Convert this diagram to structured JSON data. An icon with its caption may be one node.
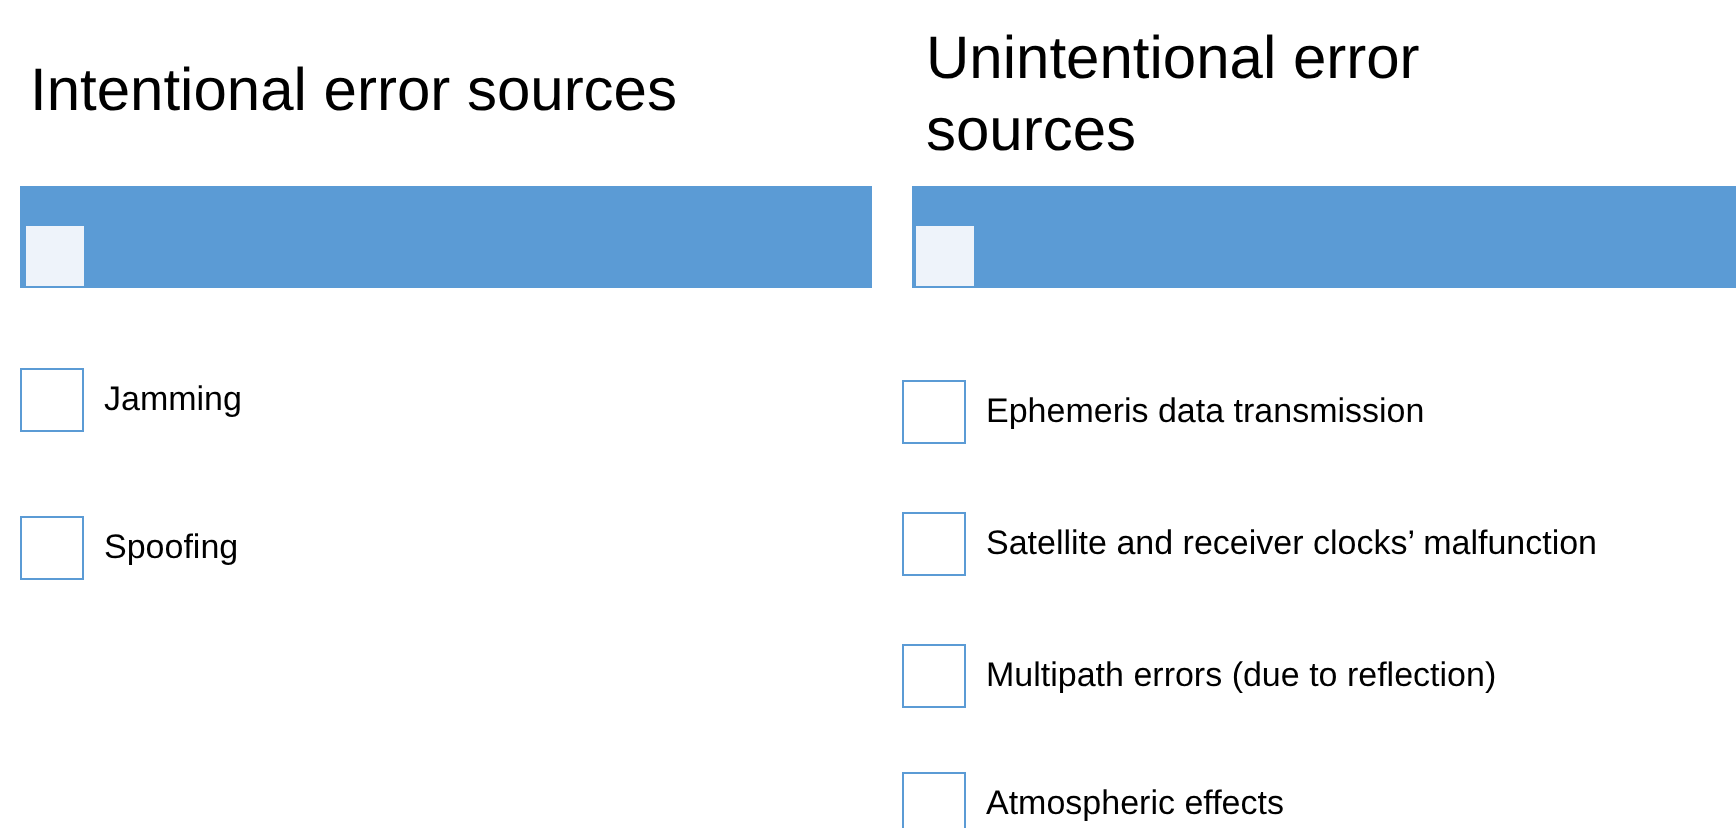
{
  "diagram": {
    "nodes": [
      {
        "text": [],
        "shape": "bar"
      },
      {
        "text": [],
        "shape": "box",
        "in": 0
      },
      {
        "text": [],
        "shape": "bar"
      },
      {
        "text": [],
        "shape": "box",
        "in": 2
      },
      {
        "text": [
          "Jamming"
        ]
      },
      {
        "text": [
          "Spoofing"
        ]
      },
      {
        "text": [
          "Ephemeris data transmission"
        ]
      },
      {
        "text": [
          "Satellite and receiver clocks’ malfunction"
        ]
      },
      {
        "text": [
          "Multipath errors (due to reflection)"
        ]
      },
      {
        "text": [
          "Atmospheric effects"
        ]
      }
    ],
    "edges": [],
    "labels": [
      "Intentional error sources",
      "Unintentional error sources"
    ]
  }
}
